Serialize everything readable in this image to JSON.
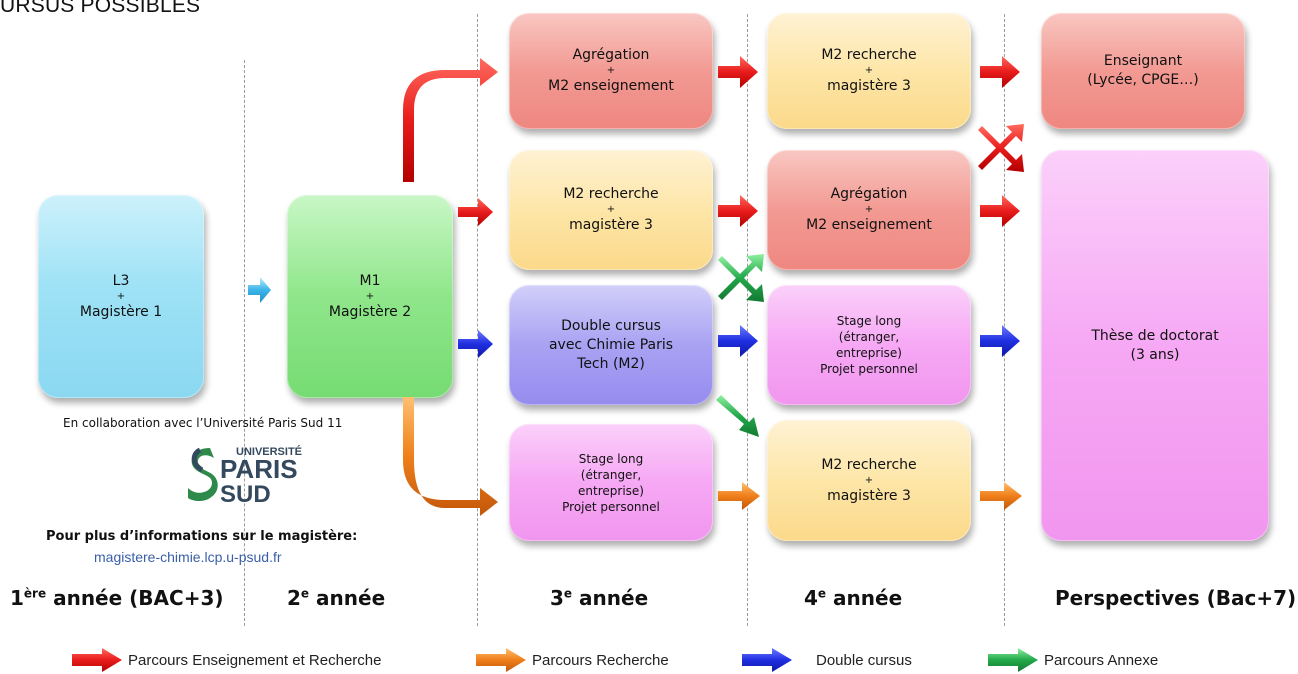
{
  "title": "URSUS POSSIBLES",
  "boxes": {
    "l3": [
      "L3",
      "+",
      "Magistère 1"
    ],
    "m1": [
      "M1",
      "+",
      "Magistère 2"
    ],
    "y3_agreg": [
      "Agrégation",
      "+",
      "M2 enseignement"
    ],
    "y3_m2rech": [
      "M2 recherche",
      "+",
      "magistère 3"
    ],
    "y3_double": [
      "Double cursus",
      "avec Chimie Paris",
      "Tech  (M2)"
    ],
    "y3_stage": [
      "Stage long",
      "(étranger,",
      "entreprise)",
      "Projet personnel"
    ],
    "y4_m2rech_top": [
      "M2 recherche",
      "+",
      "magistère 3"
    ],
    "y4_agreg": [
      "Agrégation",
      "+",
      "M2 enseignement"
    ],
    "y4_stage": [
      "Stage long",
      "(étranger,",
      "entreprise)",
      "Projet personnel"
    ],
    "y4_m2rech_bottom": [
      "M2 recherche",
      "+",
      "magistère 3"
    ],
    "enseignant": [
      "Enseignant",
      "(Lycée, CPGE…)"
    ],
    "these": [
      "Thèse de doctorat",
      "(3 ans)"
    ]
  },
  "collab_text": "En collaboration avec l’Université Paris Sud 11",
  "logo": {
    "line1": "UNIVERSITÉ",
    "line2": "PARIS",
    "line3": "SUD"
  },
  "more_info": "Pour plus d’informations sur le magistère:",
  "url": "magistere-chimie.lcp.u-psud.fr",
  "years": {
    "y1": {
      "main": "1",
      "sup": "ère",
      "rest": " année (BAC+3)"
    },
    "y2": {
      "main": "2",
      "sup": "e",
      "rest": " année"
    },
    "y3": {
      "main": "3",
      "sup": "e",
      "rest": " année"
    },
    "y4": {
      "main": "4",
      "sup": "e",
      "rest": " année"
    },
    "y5": {
      "main": "Perspectives (Bac+7)"
    }
  },
  "legend": [
    {
      "label": "Parcours Enseignement et Recherche",
      "color": "#e81c1c"
    },
    {
      "label": "Parcours Recherche",
      "color": "#ef7f1a"
    },
    {
      "label": "Double cursus",
      "color": "#1f2fe0"
    },
    {
      "label": "Parcours Annexe",
      "color": "#22a84a"
    }
  ],
  "colors": {
    "red": "#e81c1c",
    "orange": "#ef7f1a",
    "blue": "#1f2fe0",
    "green": "#22a84a",
    "cyan": "#3ab4e8"
  }
}
